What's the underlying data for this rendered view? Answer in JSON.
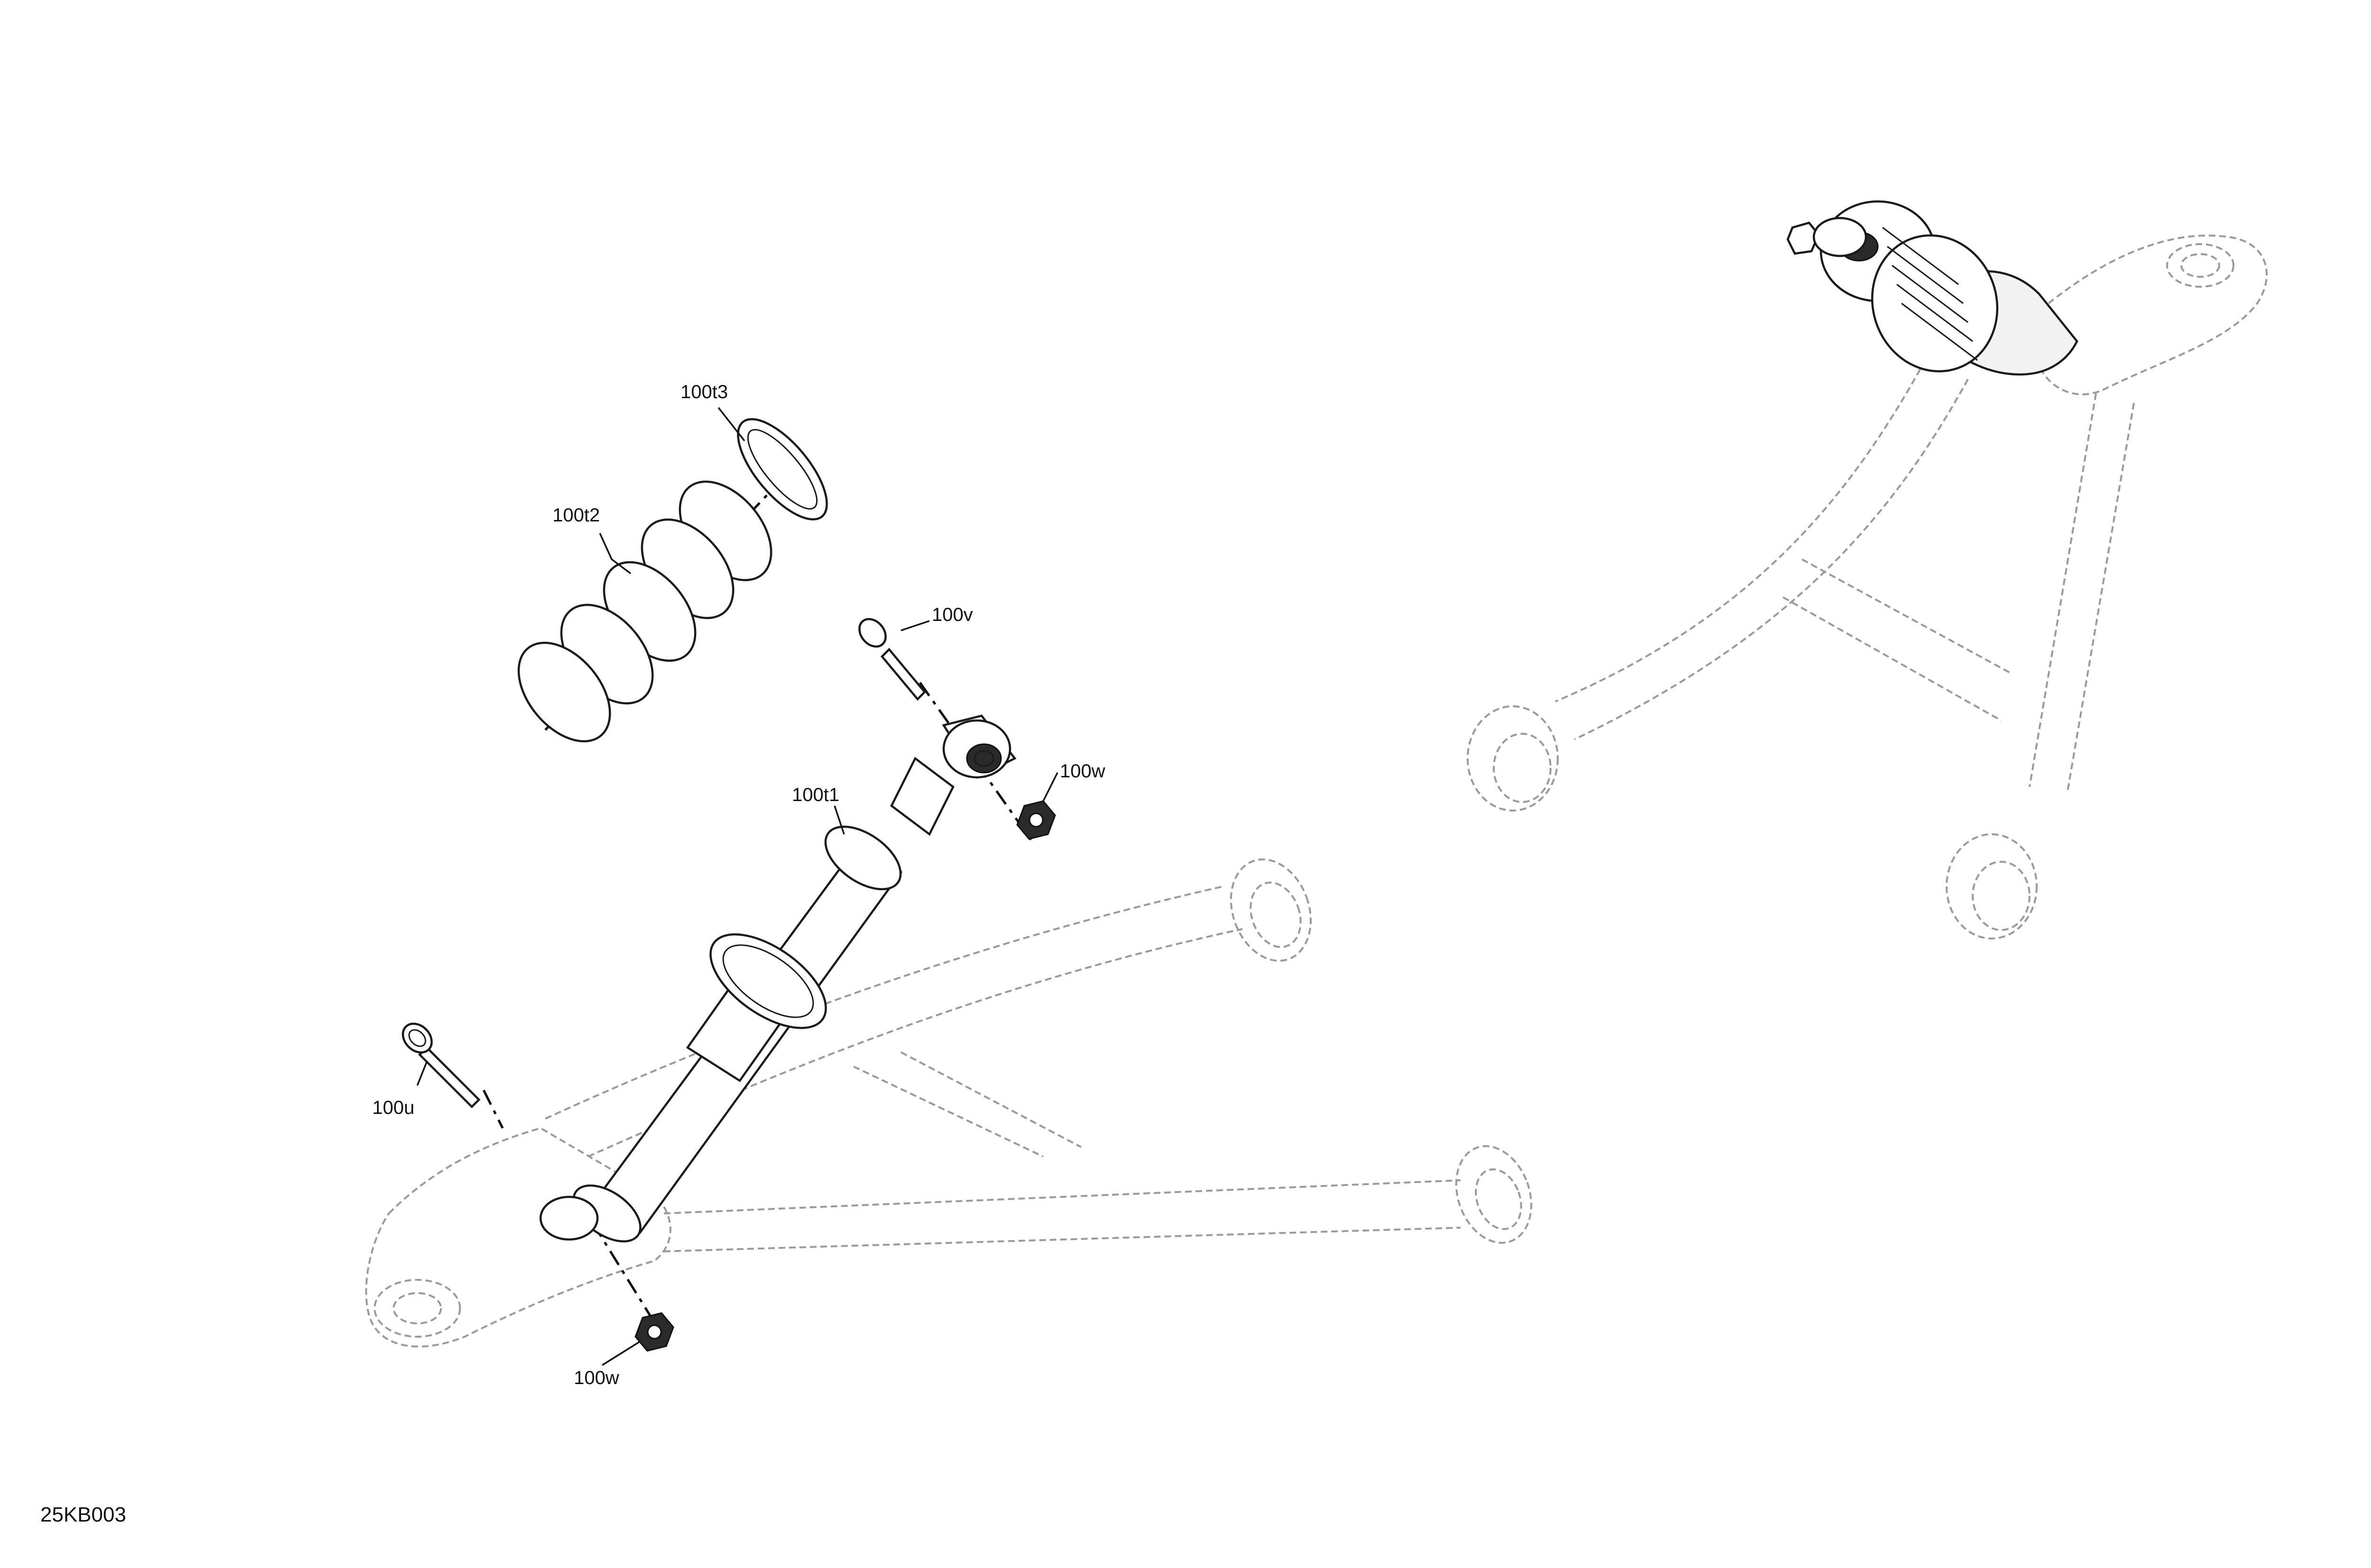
{
  "callouts": {
    "spring_seat": "100t3",
    "spring": "100t2",
    "upper_bolt": "100v",
    "upper_nut": "100w",
    "shock_body": "100t1",
    "lower_bolt": "100u",
    "lower_nut": "100w"
  },
  "figure_id": "25KB003"
}
